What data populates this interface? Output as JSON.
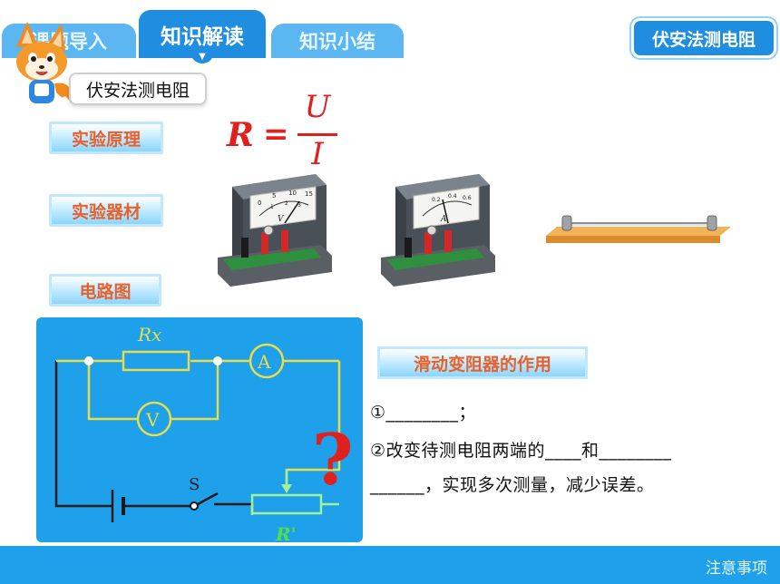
{
  "tabs": [
    {
      "label": "课题导入",
      "active": false
    },
    {
      "label": "知识解读",
      "active": true
    },
    {
      "label": "知识小结",
      "active": false
    }
  ],
  "topic_badge": "伏安法测电阻",
  "section_title": "伏安法测电阻",
  "labels": {
    "principle": "实验原理",
    "equipment": "实验器材",
    "circuit": "电路图",
    "rheostat_role": "滑动变阻器的作用"
  },
  "formula": {
    "lhs": "R",
    "eq": "=",
    "numerator": "U",
    "denominator": "I"
  },
  "voltmeter": {
    "unit": "V",
    "scale": [
      "0",
      "5",
      "10",
      "15"
    ],
    "inner_scale": [
      "1",
      "2",
      "3"
    ]
  },
  "ammeter": {
    "unit": "A",
    "scale": [
      "0.2",
      "0.4",
      "0.6"
    ]
  },
  "circuit": {
    "resistor": "Rx",
    "ammeter": "A",
    "voltmeter": "V",
    "switch": "S",
    "rheostat": "R'",
    "mystery": "?"
  },
  "questions": {
    "line1": "①________；",
    "line2": "②改变待测电阻两端的____和________",
    "line3": "______，实现多次测量，减少误差。"
  },
  "footer": {
    "notes": "注意事项"
  },
  "colors": {
    "tab_active": "#1f8ee0",
    "tab_inactive": "#5cb6f2",
    "panel": "#1ea1ea",
    "label_text": "#e8612c",
    "formula": "#e0201c",
    "wire": "#e8dc4a"
  }
}
